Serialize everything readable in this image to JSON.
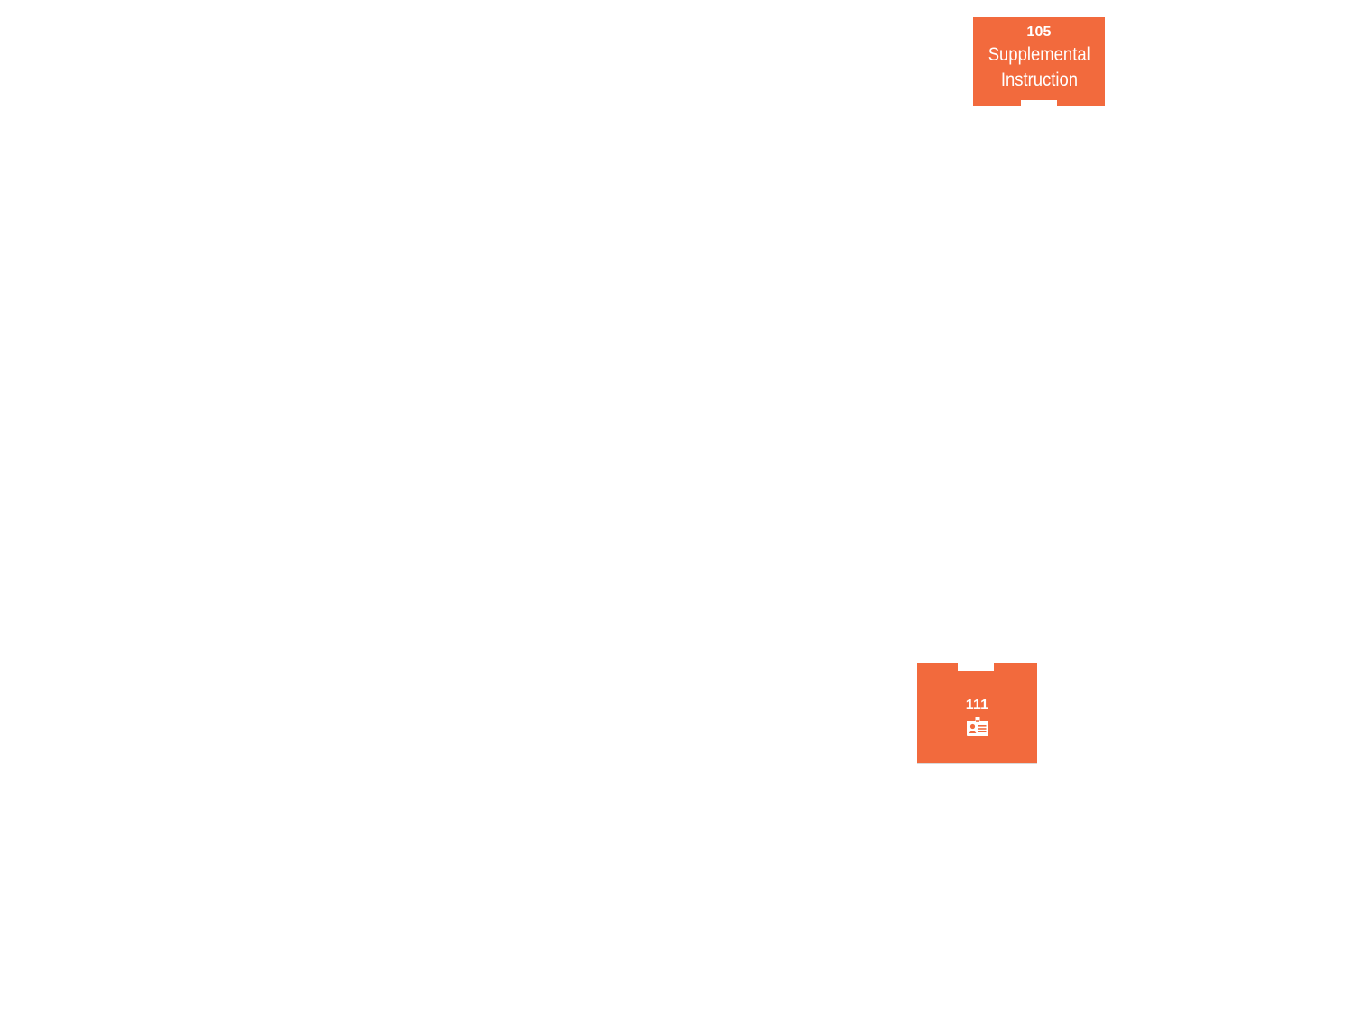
{
  "colors": {
    "room_fill": "#F26A3D",
    "background": "#FFFFFF"
  },
  "rooms": [
    {
      "number": "105",
      "name_line1": "Supplemental",
      "name_line2": "Instruction"
    },
    {
      "number": "111",
      "icon": "id-card-icon"
    }
  ]
}
